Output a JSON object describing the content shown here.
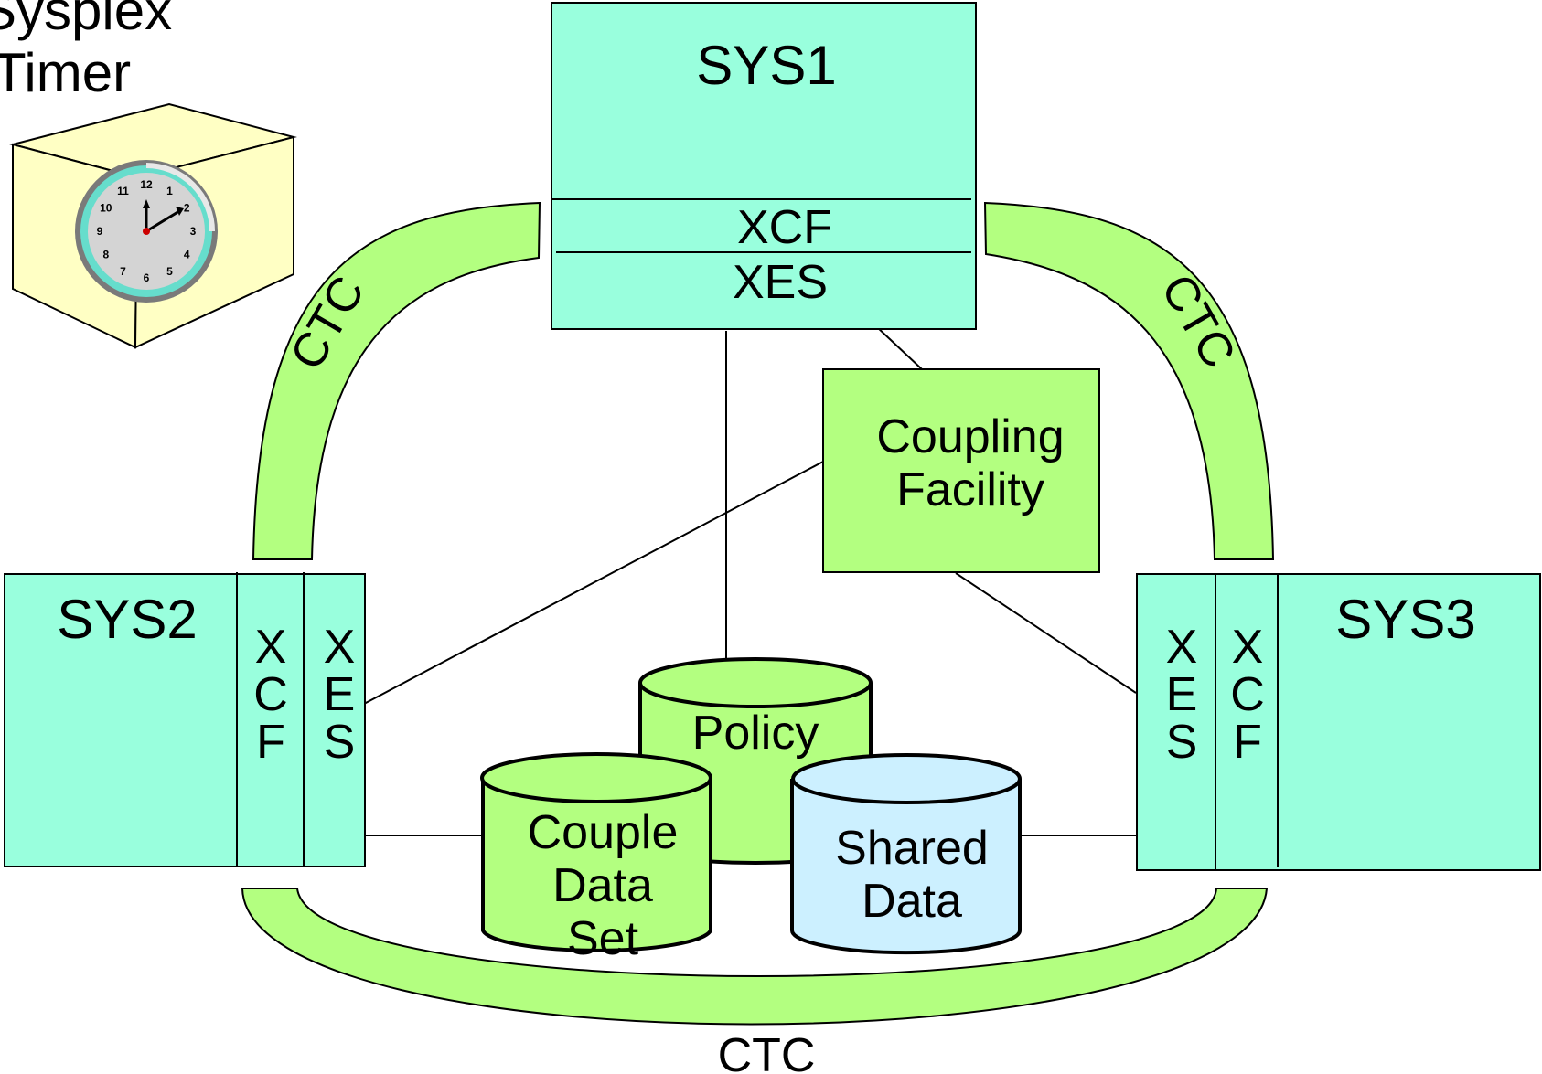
{
  "colors": {
    "system_fill": "#99ffdd",
    "component_fill": "#b3ff80",
    "shared_data_fill": "#ccf0ff",
    "timer_fill": "#ffffc4",
    "line": "#000000"
  },
  "timer": {
    "label_line1": "Sysplex",
    "label_line2": "Timer",
    "icon": "clock-icon",
    "clock_numbers": [
      "12",
      "1",
      "2",
      "3",
      "4",
      "5",
      "6",
      "7",
      "8",
      "9",
      "10",
      "11"
    ]
  },
  "systems": {
    "sys1": {
      "name": "SYS1",
      "xcf": "XCF",
      "xes": "XES"
    },
    "sys2": {
      "name": "SYS2",
      "xcf": [
        "X",
        "C",
        "F"
      ],
      "xes": [
        "X",
        "E",
        "S"
      ]
    },
    "sys3": {
      "name": "SYS3",
      "xcf": [
        "X",
        "C",
        "F"
      ],
      "xes": [
        "X",
        "E",
        "S"
      ]
    }
  },
  "coupling_facility": {
    "line1": "Coupling",
    "line2": "Facility"
  },
  "data_sets": {
    "policy": "Policy",
    "couple": [
      "Couple",
      "Data",
      "Set"
    ],
    "shared": [
      "Shared",
      "Data"
    ]
  },
  "links": {
    "left": "CTC",
    "right": "CTC",
    "bottom": "CTC"
  }
}
